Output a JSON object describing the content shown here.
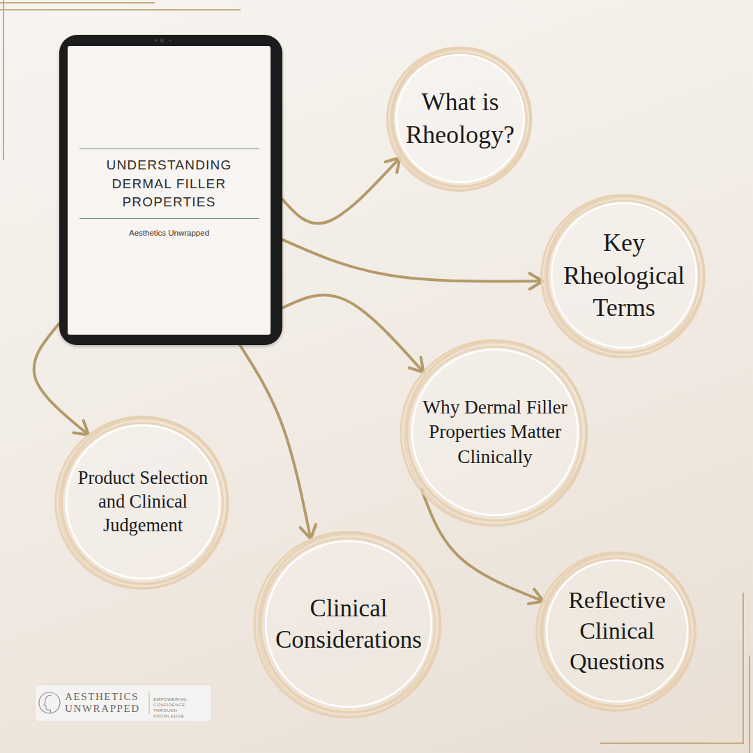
{
  "diagram": {
    "nodes": [
      {
        "text": [
          "UNDERSTANDING DERMAL FILLER PROPERTIES",
          "Aesthetics Unwrapped"
        ]
      },
      {
        "text": [
          "What is Rheology?"
        ]
      },
      {
        "text": [
          "Key Rheological Terms"
        ]
      },
      {
        "text": [
          "Why Dermal Filler Properties Matter Clinically"
        ]
      },
      {
        "text": [
          "Product Selection and Clinical Judgement"
        ]
      },
      {
        "text": [
          "Clinical Considerations"
        ]
      },
      {
        "text": [
          "Reflective Clinical Questions"
        ]
      }
    ],
    "edges": [
      {
        "from": 0,
        "to": 1,
        "arrow": "to"
      },
      {
        "from": 0,
        "to": 2,
        "arrow": "to"
      },
      {
        "from": 0,
        "to": 3,
        "arrow": "to"
      },
      {
        "from": 0,
        "to": 4,
        "arrow": "to"
      },
      {
        "from": 0,
        "to": 5,
        "arrow": "to"
      },
      {
        "from": 3,
        "to": 6,
        "arrow": "to"
      }
    ],
    "labels": [
      "AESTHETICS UNWRAPPED",
      "EMPOWERING CONFIDENCE THROUGH KNOWLEDGE"
    ]
  }
}
